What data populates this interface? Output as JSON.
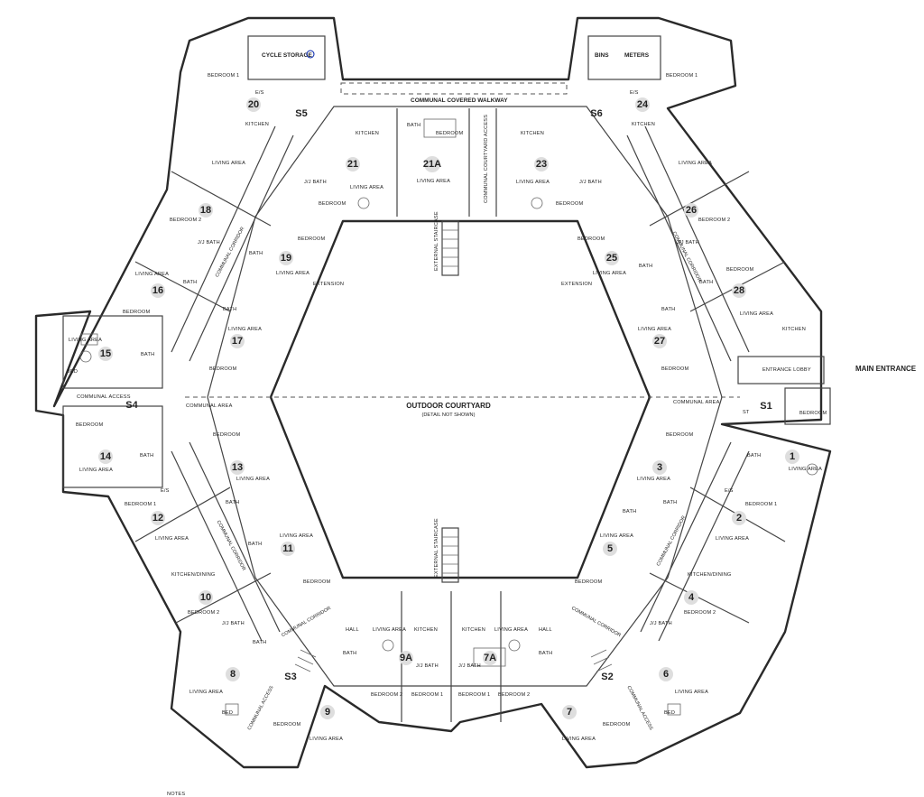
{
  "units": [
    {
      "id": "1",
      "rooms": [
        "BEDROOM",
        "LIVING AREA",
        "BATH"
      ]
    },
    {
      "id": "2",
      "rooms": [
        "BEDROOM 1",
        "E/S",
        "LIVING AREA"
      ]
    },
    {
      "id": "3",
      "rooms": [
        "BEDROOM",
        "LIVING AREA",
        "BATH"
      ]
    },
    {
      "id": "4",
      "rooms": [
        "KITCHEN/DINING",
        "BEDROOM 2",
        "J/J BATH"
      ]
    },
    {
      "id": "5",
      "rooms": [
        "LIVING AREA",
        "BATH",
        "BEDROOM"
      ]
    },
    {
      "id": "6",
      "rooms": [
        "LIVING AREA",
        "BED"
      ]
    },
    {
      "id": "7",
      "rooms": [
        "LIVING AREA",
        "BEDROOM"
      ]
    },
    {
      "id": "7A",
      "rooms": [
        "KITCHEN",
        "LIVING AREA",
        "HALL",
        "BATH",
        "J/J BATH",
        "BEDROOM 1",
        "BEDROOM 2"
      ]
    },
    {
      "id": "8",
      "rooms": [
        "LIVING AREA",
        "BED"
      ]
    },
    {
      "id": "9",
      "rooms": [
        "BEDROOM",
        "LIVING AREA"
      ]
    },
    {
      "id": "9A",
      "rooms": [
        "HALL",
        "LIVING AREA",
        "KITCHEN",
        "BATH",
        "J/J BATH",
        "BEDROOM 2",
        "BEDROOM 1"
      ]
    },
    {
      "id": "10",
      "rooms": [
        "KITCHEN/DINING",
        "BEDROOM 2",
        "J/J BATH",
        "BATH"
      ]
    },
    {
      "id": "11",
      "rooms": [
        "LIVING AREA",
        "BATH",
        "BEDROOM"
      ]
    },
    {
      "id": "12",
      "rooms": [
        "BEDROOM 1",
        "E/S",
        "LIVING AREA"
      ]
    },
    {
      "id": "13",
      "rooms": [
        "BEDROOM",
        "LIVING AREA",
        "BATH"
      ]
    },
    {
      "id": "14",
      "rooms": [
        "BEDROOM",
        "LIVING AREA",
        "BATH"
      ]
    },
    {
      "id": "15",
      "rooms": [
        "LIVING AREA",
        "BED",
        "BATH"
      ]
    },
    {
      "id": "16",
      "rooms": [
        "LIVING AREA",
        "BATH",
        "BEDROOM"
      ]
    },
    {
      "id": "17",
      "rooms": [
        "BATH",
        "LIVING AREA",
        "BEDROOM"
      ]
    },
    {
      "id": "18",
      "rooms": [
        "LIVING AREA",
        "BEDROOM 2",
        "J/J BATH"
      ]
    },
    {
      "id": "19",
      "rooms": [
        "BEDROOM",
        "BATH",
        "LIVING AREA",
        "EXTENSION"
      ]
    },
    {
      "id": "20",
      "rooms": [
        "BEDROOM 1",
        "E/S",
        "KITCHEN"
      ]
    },
    {
      "id": "21",
      "rooms": [
        "KITCHEN",
        "LIVING AREA",
        "J/J BATH",
        "BEDROOM"
      ]
    },
    {
      "id": "21A",
      "rooms": [
        "BATH",
        "BEDROOM",
        "LIVING AREA"
      ]
    },
    {
      "id": "23",
      "rooms": [
        "KITCHEN",
        "LIVING AREA",
        "J/J BATH",
        "BEDROOM"
      ]
    },
    {
      "id": "24",
      "rooms": [
        "BEDROOM 1",
        "E/S",
        "KITCHEN"
      ]
    },
    {
      "id": "25",
      "rooms": [
        "BEDROOM",
        "LIVING AREA",
        "BATH",
        "EXTENSION"
      ]
    },
    {
      "id": "26",
      "rooms": [
        "LIVING AREA",
        "BEDROOM 2",
        "J/J BATH"
      ]
    },
    {
      "id": "27",
      "rooms": [
        "BATH",
        "LIVING AREA",
        "BEDROOM"
      ]
    },
    {
      "id": "28",
      "rooms": [
        "BEDROOM",
        "BATH",
        "LIVING AREA",
        "KITCHEN"
      ]
    }
  ],
  "stairs": [
    "S1",
    "S2",
    "S3",
    "S4",
    "S5",
    "S6"
  ],
  "labels": {
    "cycle_storage": "CYCLE STORAGE",
    "bins": "BINS",
    "meters": "METERS",
    "communal_walkway": "COMMUNAL COVERED WALKWAY",
    "communal_courtyard_access": "COMMUNAL COURTYARD ACCESS",
    "external_staircase": "EXTERNAL STAIRCASE",
    "outdoor_courtyard": "OUTDOOR COURTYARD",
    "courtyard_detail": "(DETAIL NOT SHOWN)",
    "communal_corridor": "COMMUNAL CORRIDOR",
    "communal_area": "COMMUNAL AREA",
    "communal_access": "COMMUNAL ACCESS",
    "entrance_lobby": "ENTRANCE LOBBY",
    "main_entrance": "MAIN ENTRANCE",
    "st": "ST",
    "notes": "NOTES"
  }
}
